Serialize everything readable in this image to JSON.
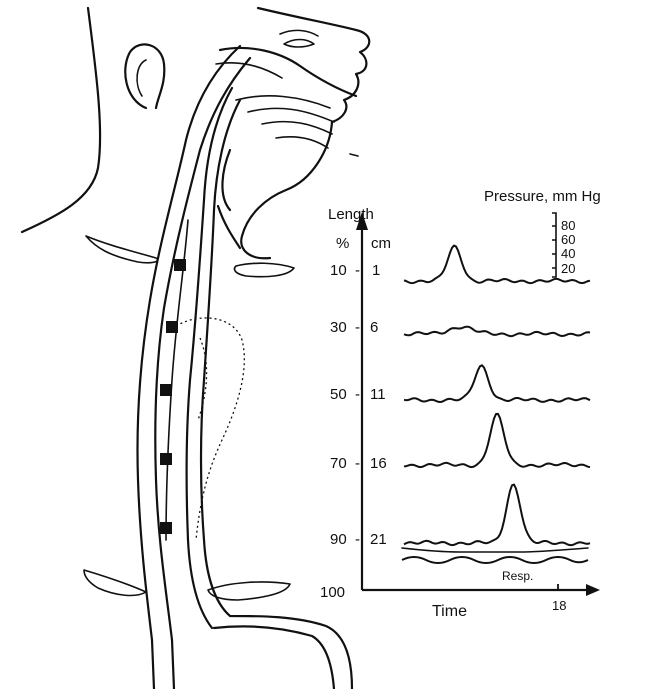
{
  "labels": {
    "length": "Length",
    "percent": "%",
    "cm": "cm",
    "pressure": "Pressure, mm Hg",
    "time": "Time",
    "time_tick": "18",
    "resp": "Resp."
  },
  "pressure_scale": [
    "80",
    "60",
    "40",
    "20"
  ],
  "bottom_percent": "100",
  "traces": [
    {
      "percent": "10",
      "sep": "-",
      "cm": "1",
      "peak_time": 4.9,
      "peak_height": 55
    },
    {
      "percent": "30",
      "sep": "-",
      "cm": "6",
      "peak_time": 5.5,
      "peak_height": 12
    },
    {
      "percent": "50",
      "sep": "-",
      "cm": "11",
      "peak_time": 7.5,
      "peak_height": 55
    },
    {
      "percent": "70",
      "sep": "-",
      "cm": "16",
      "peak_time": 9.0,
      "peak_height": 80
    },
    {
      "percent": "90",
      "sep": "-",
      "cm": "21",
      "peak_time": 10.6,
      "peak_height": 95
    }
  ]
}
